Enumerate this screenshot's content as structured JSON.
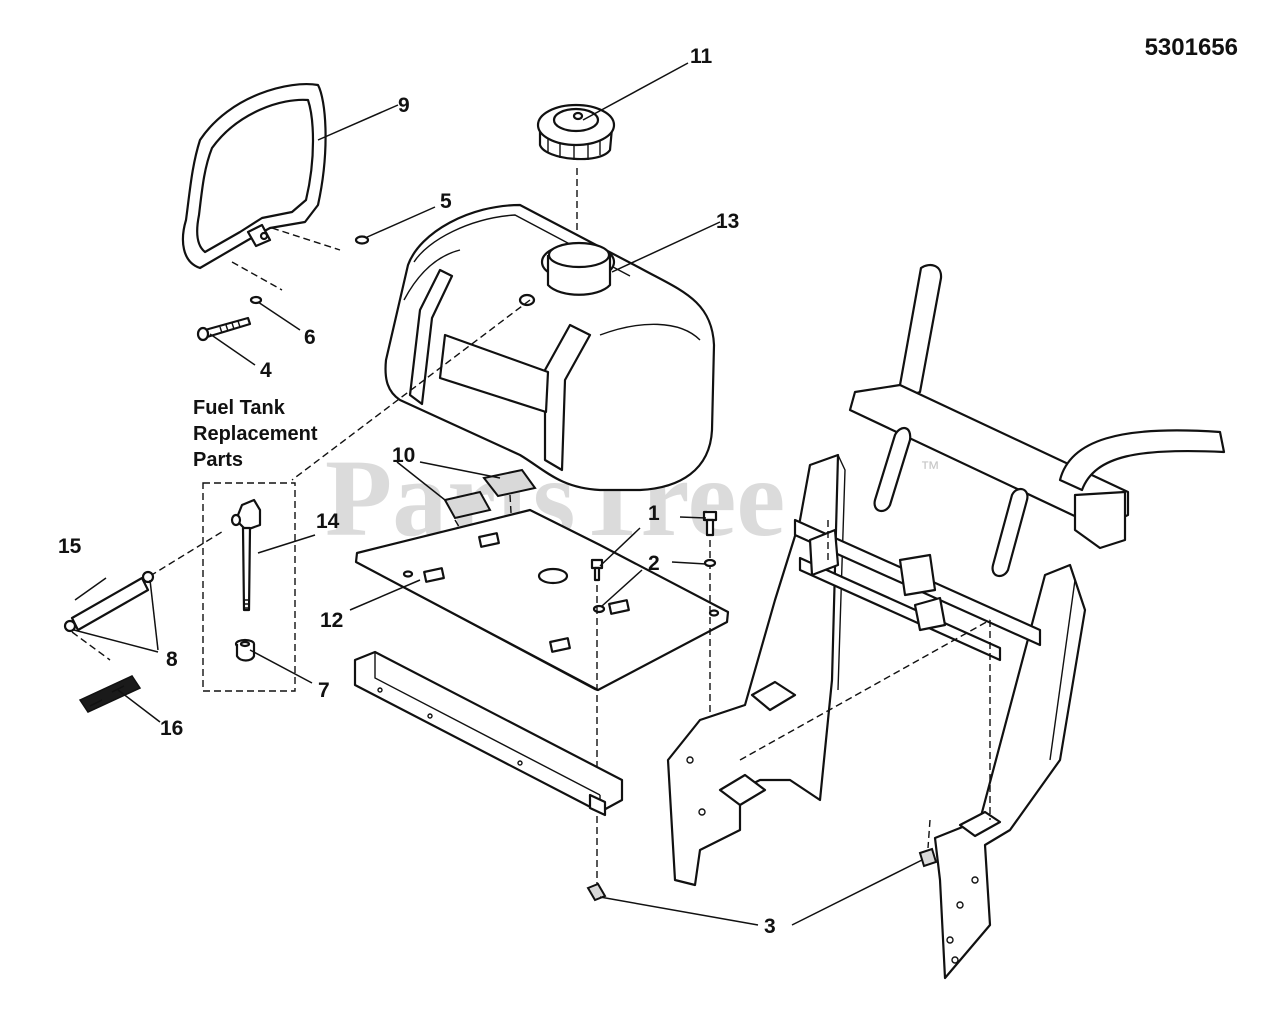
{
  "diagram": {
    "part_number": "5301656",
    "replacement_group_label": [
      "Fuel Tank",
      "Replacement",
      "Parts"
    ],
    "watermark": "PartsTree",
    "watermark_mark": "™",
    "callouts": {
      "c1": "1",
      "c2": "2",
      "c3": "3",
      "c4": "4",
      "c5": "5",
      "c6": "6",
      "c7": "7",
      "c8": "8",
      "c9": "9",
      "c10": "10",
      "c11": "11",
      "c12": "12",
      "c13": "13",
      "c14": "14",
      "c15": "15",
      "c16": "16"
    }
  }
}
